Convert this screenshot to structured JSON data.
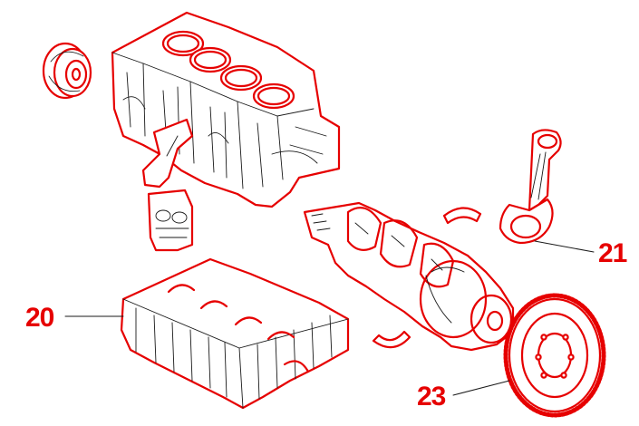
{
  "diagram": {
    "callouts": {
      "oil_pan_label": "20",
      "connecting_rod_label": "21",
      "flywheel_label": "23"
    },
    "colors": {
      "outline": "#e60000",
      "detail": "#1a1a1a",
      "background": "#ffffff"
    }
  }
}
